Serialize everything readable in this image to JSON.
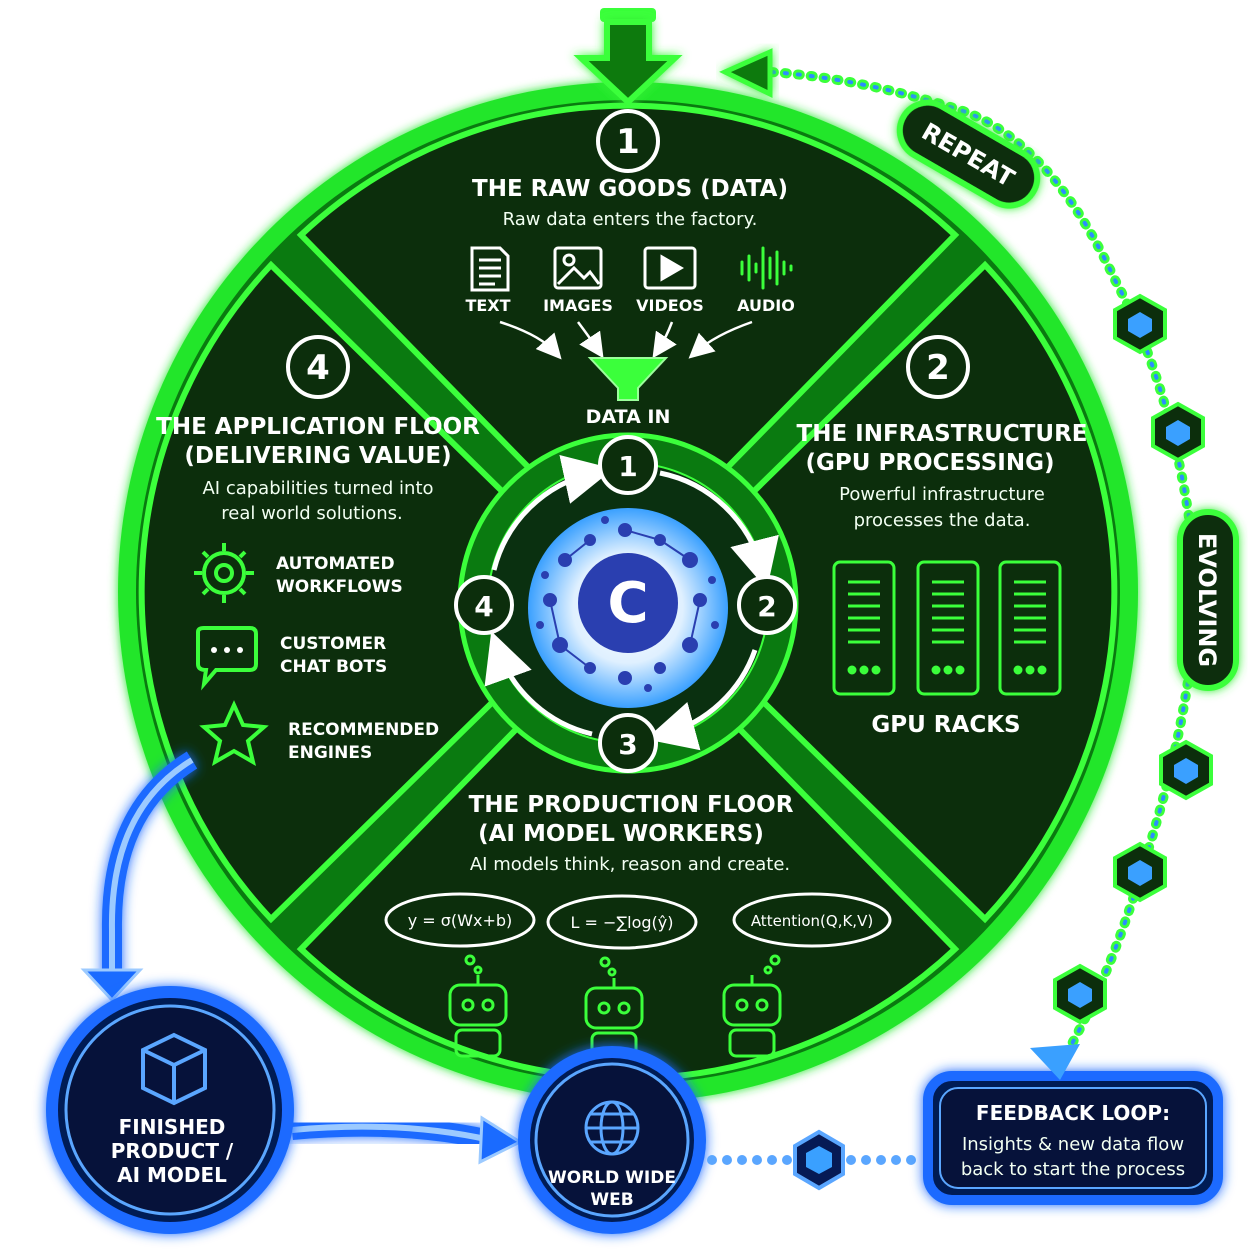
{
  "segments": {
    "raw": {
      "number": "1",
      "title": "THE RAW GOODS (DATA)",
      "subtitle": "Raw data enters the factory.",
      "items": [
        "TEXT",
        "IMAGES",
        "VIDEOS",
        "AUDIO"
      ],
      "funnel_label": "DATA IN"
    },
    "infra": {
      "number": "2",
      "title_line1": "THE INFRASTRUCTURE",
      "title_line2": "(GPU PROCESSING)",
      "subtitle_line1": "Powerful infrastructure",
      "subtitle_line2": "processes the data.",
      "rack_label": "GPU RACKS"
    },
    "production": {
      "number": "3",
      "title_line1": "THE PRODUCTION FLOOR",
      "title_line2": "(AI MODEL WORKERS)",
      "subtitle": "AI models think, reason and create.",
      "formulas": [
        "y = σ(Wx+b)",
        "L = −∑log(ŷ)",
        "Attention(Q,K,V)"
      ]
    },
    "application": {
      "number": "4",
      "title_line1": "THE APPLICATION FLOOR",
      "title_line2": "(DELIVERING VALUE)",
      "subtitle_line1": "AI capabilities turned into",
      "subtitle_line2": "real world solutions.",
      "items": [
        {
          "line1": "AUTOMATED",
          "line2": "WORKFLOWS"
        },
        {
          "line1": "CUSTOMER",
          "line2": "CHAT BOTS"
        },
        {
          "line1": "RECOMMENDED",
          "line2": "ENGINES"
        }
      ]
    }
  },
  "inner_cycle": [
    "1",
    "2",
    "3",
    "4"
  ],
  "hub_letter": "C",
  "loop": {
    "repeat": "REPEAT",
    "evolving": "EVOLVING"
  },
  "finished": {
    "line1": "FINISHED",
    "line2": "PRODUCT /",
    "line3": "AI MODEL"
  },
  "web": {
    "line1": "WORLD WIDE",
    "line2": "WEB"
  },
  "feedback": {
    "title": "FEEDBACK LOOP:",
    "line1": "Insights & new data flow",
    "line2": "back to start the process"
  },
  "colors": {
    "green": "#2bff2b",
    "dark_green": "#0b2a0b",
    "blue": "#1a6bff",
    "navy": "#06123a"
  }
}
